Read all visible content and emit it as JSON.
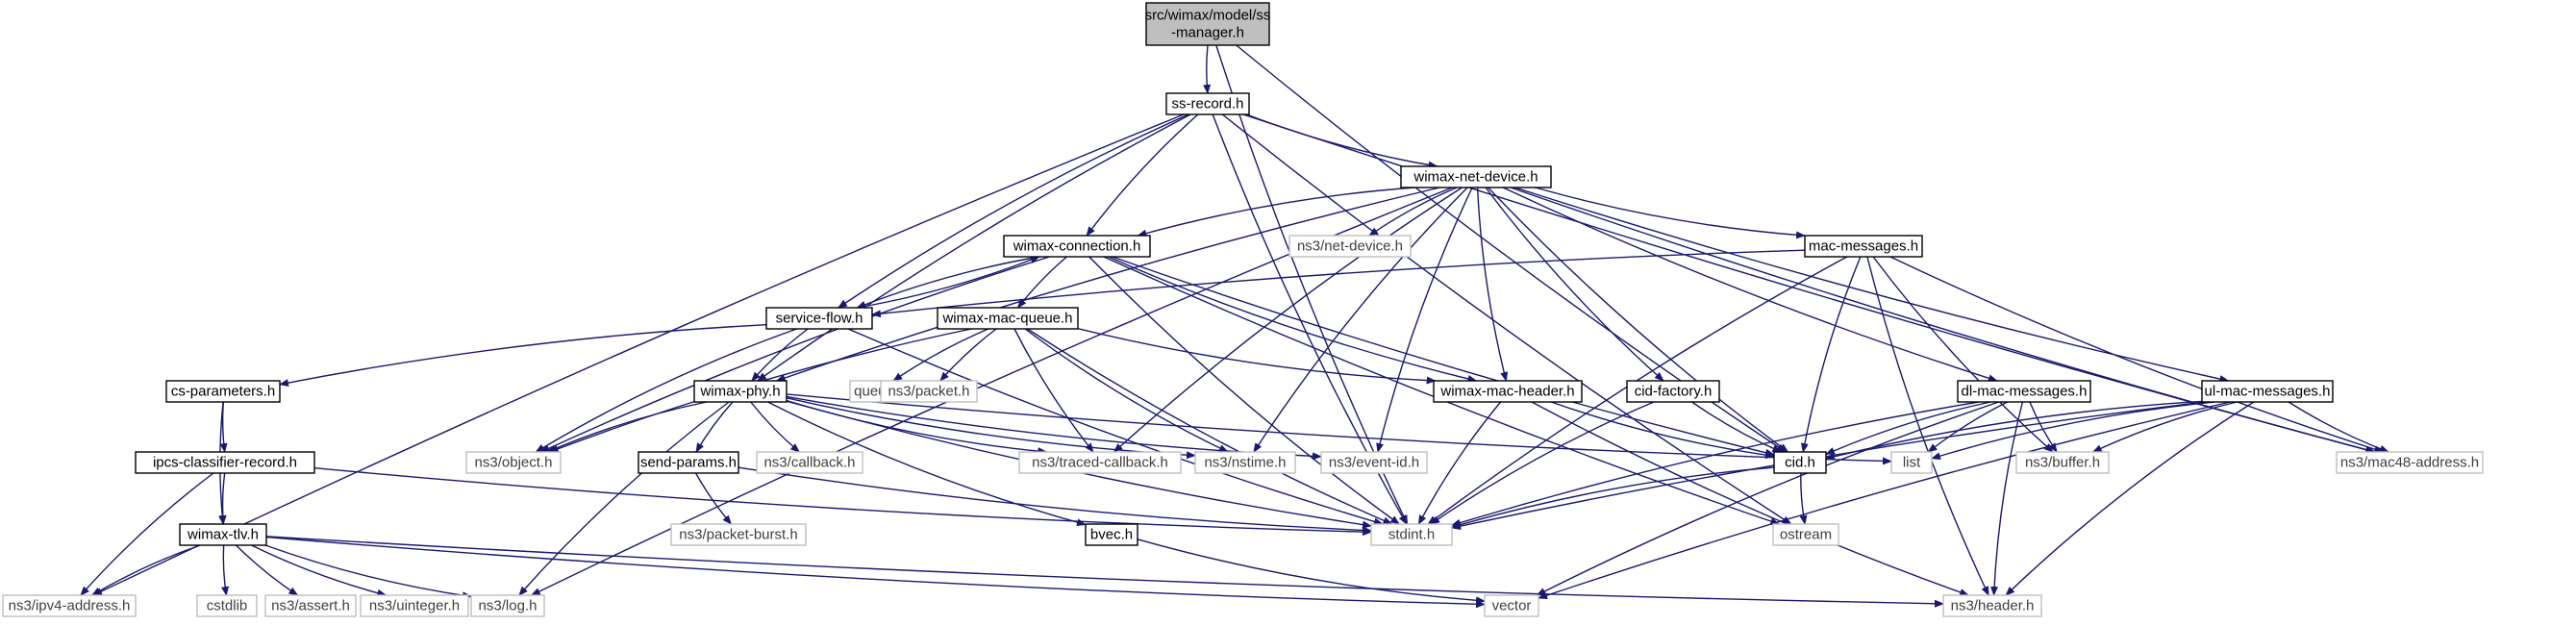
{
  "colors": {
    "edge": "#191970",
    "root_fill": "#bfbfbf",
    "node_border": "#000000",
    "external_border": "#bfbfbf",
    "external_text": "#404040"
  },
  "nodes": [
    {
      "id": "ss-manager",
      "label": "src/wimax/model/ss\n-manager.h",
      "kind": "root"
    },
    {
      "id": "ss-record",
      "label": "ss-record.h",
      "kind": "internal"
    },
    {
      "id": "wimax-net-device",
      "label": "wimax-net-device.h",
      "kind": "internal"
    },
    {
      "id": "wimax-connection",
      "label": "wimax-connection.h",
      "kind": "internal"
    },
    {
      "id": "mac-messages",
      "label": "mac-messages.h",
      "kind": "internal"
    },
    {
      "id": "service-flow",
      "label": "service-flow.h",
      "kind": "internal"
    },
    {
      "id": "wimax-mac-queue",
      "label": "wimax-mac-queue.h",
      "kind": "internal"
    },
    {
      "id": "cs-parameters",
      "label": "cs-parameters.h",
      "kind": "internal"
    },
    {
      "id": "wimax-phy",
      "label": "wimax-phy.h",
      "kind": "internal"
    },
    {
      "id": "wimax-mac-header",
      "label": "wimax-mac-header.h",
      "kind": "internal"
    },
    {
      "id": "cid-factory",
      "label": "cid-factory.h",
      "kind": "internal"
    },
    {
      "id": "dl-mac-messages",
      "label": "dl-mac-messages.h",
      "kind": "internal"
    },
    {
      "id": "ul-mac-messages",
      "label": "ul-mac-messages.h",
      "kind": "internal"
    },
    {
      "id": "ipcs-classifier-record",
      "label": "ipcs-classifier-record.h",
      "kind": "internal"
    },
    {
      "id": "send-params",
      "label": "send-params.h",
      "kind": "internal"
    },
    {
      "id": "cid",
      "label": "cid.h",
      "kind": "internal"
    },
    {
      "id": "wimax-tlv",
      "label": "wimax-tlv.h",
      "kind": "internal"
    },
    {
      "id": "bvec",
      "label": "bvec.h",
      "kind": "internal"
    },
    {
      "id": "net-device",
      "label": "ns3/net-device.h",
      "kind": "external"
    },
    {
      "id": "queue",
      "label": "queue",
      "kind": "external"
    },
    {
      "id": "packet",
      "label": "ns3/packet.h",
      "kind": "external"
    },
    {
      "id": "object",
      "label": "ns3/object.h",
      "kind": "external"
    },
    {
      "id": "callback",
      "label": "ns3/callback.h",
      "kind": "external"
    },
    {
      "id": "traced-callback",
      "label": "ns3/traced-callback.h",
      "kind": "external"
    },
    {
      "id": "nstime",
      "label": "ns3/nstime.h",
      "kind": "external"
    },
    {
      "id": "event-id",
      "label": "ns3/event-id.h",
      "kind": "external"
    },
    {
      "id": "list",
      "label": "list",
      "kind": "external"
    },
    {
      "id": "buffer",
      "label": "ns3/buffer.h",
      "kind": "external"
    },
    {
      "id": "mac48-address",
      "label": "ns3/mac48-address.h",
      "kind": "external"
    },
    {
      "id": "packet-burst",
      "label": "ns3/packet-burst.h",
      "kind": "external"
    },
    {
      "id": "stdint",
      "label": "stdint.h",
      "kind": "external"
    },
    {
      "id": "ostream",
      "label": "ostream",
      "kind": "external"
    },
    {
      "id": "ipv4-address",
      "label": "ns3/ipv4-address.h",
      "kind": "external"
    },
    {
      "id": "cstdlib",
      "label": "cstdlib",
      "kind": "external"
    },
    {
      "id": "assert",
      "label": "ns3/assert.h",
      "kind": "external"
    },
    {
      "id": "uinteger",
      "label": "ns3/uinteger.h",
      "kind": "external"
    },
    {
      "id": "log",
      "label": "ns3/log.h",
      "kind": "external"
    },
    {
      "id": "vector",
      "label": "vector",
      "kind": "external"
    },
    {
      "id": "header",
      "label": "ns3/header.h",
      "kind": "external"
    }
  ],
  "edges": [
    [
      "ss-manager",
      "ss-record"
    ],
    [
      "ss-manager",
      "cid"
    ],
    [
      "ss-manager",
      "stdint"
    ],
    [
      "ss-record",
      "wimax-net-device"
    ],
    [
      "ss-record",
      "wimax-connection"
    ],
    [
      "ss-record",
      "service-flow"
    ],
    [
      "ss-record",
      "wimax-phy"
    ],
    [
      "ss-record",
      "ipv4-address"
    ],
    [
      "ss-record",
      "mac48-address"
    ],
    [
      "ss-record",
      "ostream"
    ],
    [
      "ss-record",
      "stdint"
    ],
    [
      "wimax-net-device",
      "wimax-connection"
    ],
    [
      "wimax-net-device",
      "net-device"
    ],
    [
      "wimax-net-device",
      "mac-messages"
    ],
    [
      "wimax-net-device",
      "wimax-phy"
    ],
    [
      "wimax-net-device",
      "wimax-mac-header"
    ],
    [
      "wimax-net-device",
      "cid-factory"
    ],
    [
      "wimax-net-device",
      "dl-mac-messages"
    ],
    [
      "wimax-net-device",
      "ul-mac-messages"
    ],
    [
      "wimax-net-device",
      "traced-callback"
    ],
    [
      "wimax-net-device",
      "nstime"
    ],
    [
      "wimax-net-device",
      "event-id"
    ],
    [
      "wimax-net-device",
      "cid"
    ],
    [
      "wimax-net-device",
      "mac48-address"
    ],
    [
      "wimax-net-device",
      "log"
    ],
    [
      "wimax-connection",
      "service-flow"
    ],
    [
      "wimax-connection",
      "wimax-mac-queue"
    ],
    [
      "wimax-connection",
      "wimax-mac-header"
    ],
    [
      "wimax-connection",
      "object"
    ],
    [
      "wimax-connection",
      "cid"
    ],
    [
      "wimax-connection",
      "stdint"
    ],
    [
      "wimax-connection",
      "ostream"
    ],
    [
      "mac-messages",
      "service-flow"
    ],
    [
      "mac-messages",
      "cid"
    ],
    [
      "mac-messages",
      "buffer"
    ],
    [
      "mac-messages",
      "mac48-address"
    ],
    [
      "mac-messages",
      "stdint"
    ],
    [
      "mac-messages",
      "header"
    ],
    [
      "service-flow",
      "wimax-connection"
    ],
    [
      "service-flow",
      "cs-parameters"
    ],
    [
      "service-flow",
      "wimax-phy"
    ],
    [
      "service-flow",
      "object"
    ],
    [
      "service-flow",
      "stdint"
    ],
    [
      "wimax-mac-queue",
      "queue"
    ],
    [
      "wimax-mac-queue",
      "packet"
    ],
    [
      "wimax-mac-queue",
      "object"
    ],
    [
      "wimax-mac-queue",
      "traced-callback"
    ],
    [
      "wimax-mac-queue",
      "nstime"
    ],
    [
      "wimax-mac-queue",
      "wimax-mac-header"
    ],
    [
      "wimax-mac-queue",
      "stdint"
    ],
    [
      "cs-parameters",
      "ipcs-classifier-record"
    ],
    [
      "cs-parameters",
      "wimax-tlv"
    ],
    [
      "ipcs-classifier-record",
      "wimax-tlv"
    ],
    [
      "ipcs-classifier-record",
      "ipv4-address"
    ],
    [
      "ipcs-classifier-record",
      "stdint"
    ],
    [
      "wimax-phy",
      "object"
    ],
    [
      "wimax-phy",
      "send-params"
    ],
    [
      "wimax-phy",
      "callback"
    ],
    [
      "wimax-phy",
      "traced-callback"
    ],
    [
      "wimax-phy",
      "nstime"
    ],
    [
      "wimax-phy",
      "event-id"
    ],
    [
      "wimax-phy",
      "list"
    ],
    [
      "wimax-phy",
      "bvec"
    ],
    [
      "wimax-phy",
      "stdint"
    ],
    [
      "wimax-phy",
      "log"
    ],
    [
      "send-params",
      "packet-burst"
    ],
    [
      "send-params",
      "stdint"
    ],
    [
      "wimax-mac-header",
      "cid"
    ],
    [
      "wimax-mac-header",
      "stdint"
    ],
    [
      "wimax-mac-header",
      "header"
    ],
    [
      "cid-factory",
      "cid"
    ],
    [
      "cid-factory",
      "stdint"
    ],
    [
      "dl-mac-messages",
      "cid"
    ],
    [
      "dl-mac-messages",
      "list"
    ],
    [
      "dl-mac-messages",
      "buffer"
    ],
    [
      "dl-mac-messages",
      "stdint"
    ],
    [
      "dl-mac-messages",
      "vector"
    ],
    [
      "dl-mac-messages",
      "header"
    ],
    [
      "ul-mac-messages",
      "cid"
    ],
    [
      "ul-mac-messages",
      "list"
    ],
    [
      "ul-mac-messages",
      "buffer"
    ],
    [
      "ul-mac-messages",
      "mac48-address"
    ],
    [
      "ul-mac-messages",
      "stdint"
    ],
    [
      "ul-mac-messages",
      "vector"
    ],
    [
      "ul-mac-messages",
      "header"
    ],
    [
      "cid",
      "stdint"
    ],
    [
      "cid",
      "ostream"
    ],
    [
      "wimax-tlv",
      "ipv4-address"
    ],
    [
      "wimax-tlv",
      "cstdlib"
    ],
    [
      "wimax-tlv",
      "assert"
    ],
    [
      "wimax-tlv",
      "uinteger"
    ],
    [
      "wimax-tlv",
      "log"
    ],
    [
      "wimax-tlv",
      "vector"
    ],
    [
      "wimax-tlv",
      "header"
    ],
    [
      "bvec",
      "vector"
    ]
  ]
}
